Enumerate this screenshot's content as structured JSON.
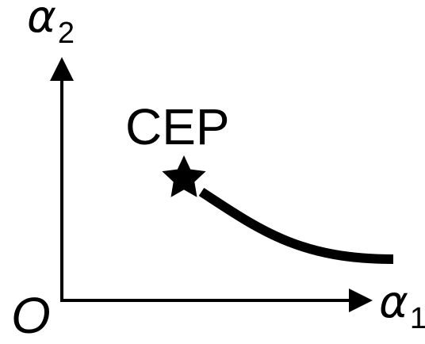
{
  "diagram": {
    "y_axis": {
      "symbol": "α",
      "subscript": "2"
    },
    "x_axis": {
      "symbol": "α",
      "subscript": "1"
    },
    "origin": "O",
    "point_label": "CEP",
    "marker_icon": "star-icon",
    "colors": {
      "ink": "#000000",
      "background": "#ffffff"
    }
  }
}
